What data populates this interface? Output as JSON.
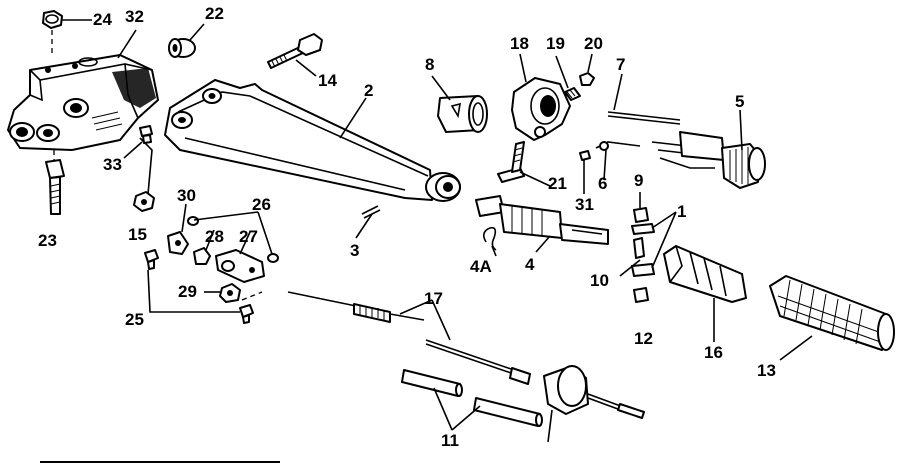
{
  "diagram": {
    "callouts": [
      "24",
      "32",
      "22",
      "14",
      "2",
      "8",
      "18",
      "19",
      "20",
      "7",
      "5",
      "33",
      "23",
      "30",
      "26",
      "15",
      "28",
      "27",
      "3",
      "21",
      "6",
      "31",
      "9",
      "1",
      "4A",
      "4",
      "10",
      "29",
      "25",
      "17",
      "12",
      "16",
      "13",
      "11"
    ]
  }
}
